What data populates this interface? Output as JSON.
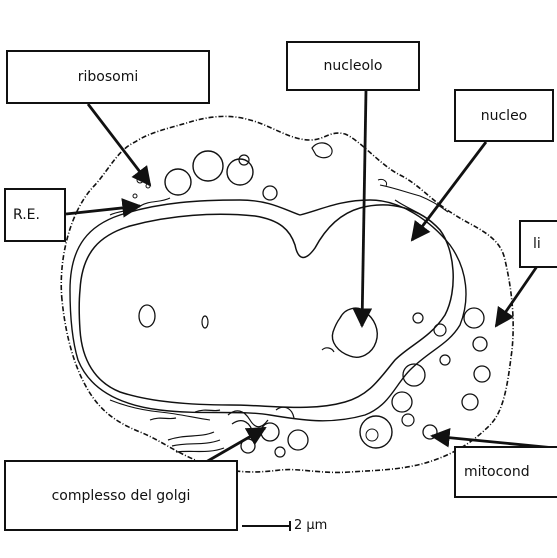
{
  "labels": {
    "ribosomi": "ribosomi",
    "nucleolo": "nucleolo",
    "nucleo": "nucleo",
    "re": "R.E.",
    "lipidi": "li",
    "mitocondri": "mitocond",
    "golgi": "complesso del golgi"
  },
  "scale_bar": {
    "text": "2 µm"
  },
  "colors": {
    "ink": "#111111",
    "background": "#ffffff"
  }
}
